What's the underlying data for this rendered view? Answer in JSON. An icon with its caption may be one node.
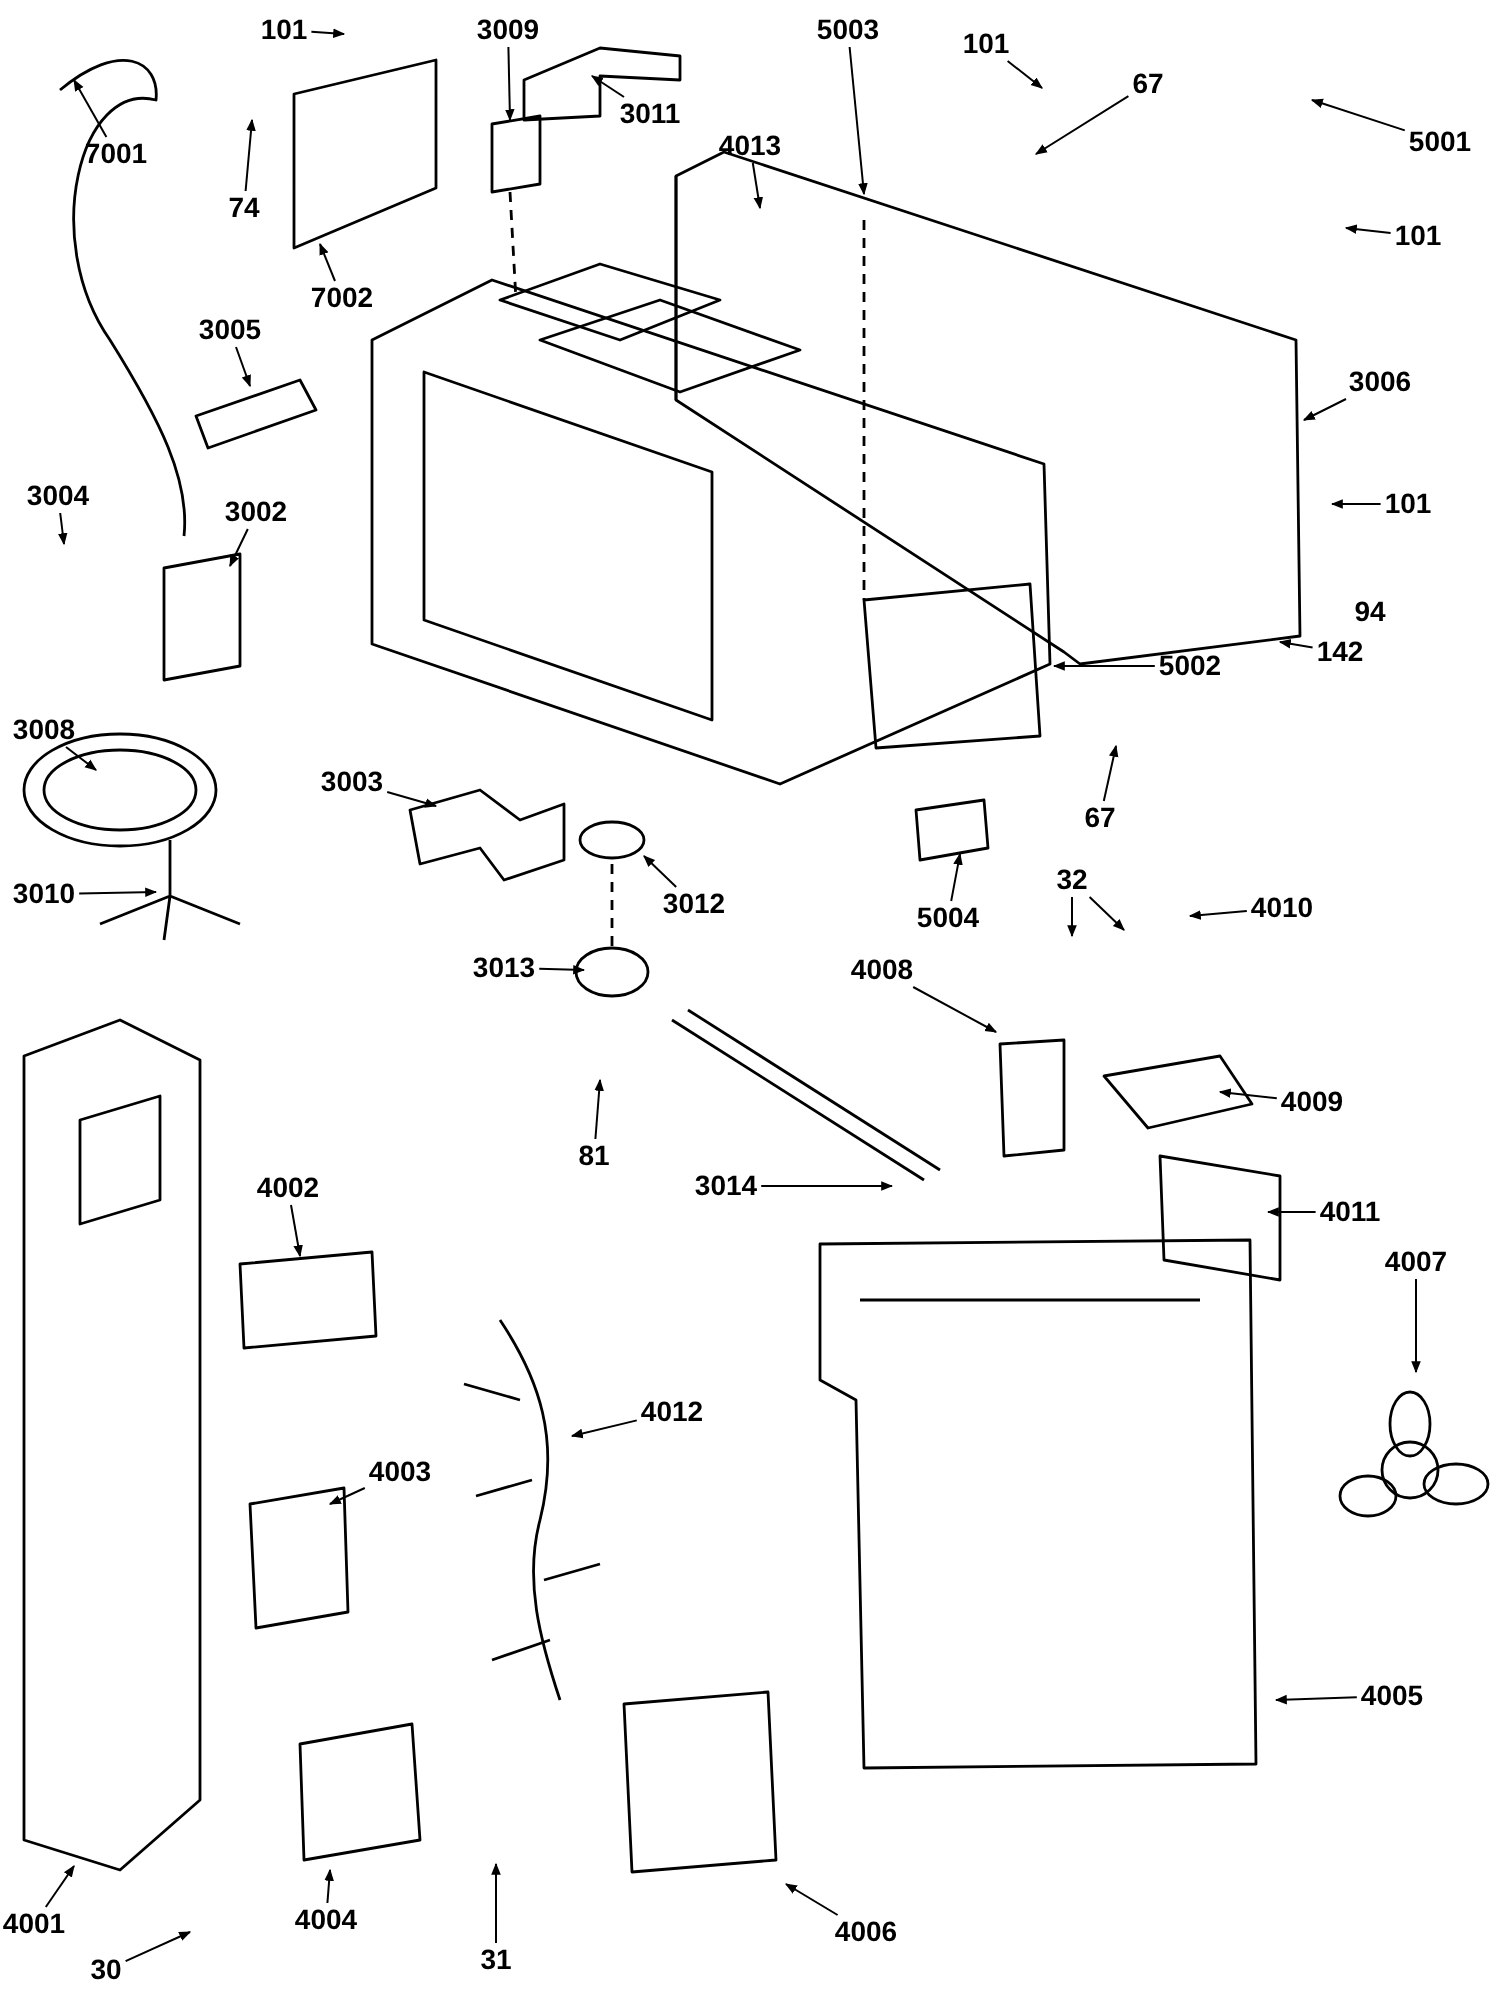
{
  "diagram": {
    "nodes": [
      {
        "text": [
          "101"
        ]
      },
      {
        "text": [
          "3009"
        ]
      },
      {
        "text": [
          "3011"
        ]
      },
      {
        "text": [
          "5003"
        ]
      },
      {
        "text": [
          "101"
        ]
      },
      {
        "text": [
          "67"
        ]
      },
      {
        "text": [
          "5001"
        ]
      },
      {
        "text": [
          "7001"
        ]
      },
      {
        "text": [
          "74"
        ]
      },
      {
        "text": [
          "4013"
        ]
      },
      {
        "text": [
          "101"
        ]
      },
      {
        "text": [
          "7002"
        ]
      },
      {
        "text": [
          "3005"
        ]
      },
      {
        "text": [
          "3006"
        ]
      },
      {
        "text": [
          "3004"
        ]
      },
      {
        "text": [
          "3002"
        ]
      },
      {
        "text": [
          "101"
        ]
      },
      {
        "text": [
          "142"
        ]
      },
      {
        "text": [
          "5002"
        ]
      },
      {
        "text": [
          "3008"
        ]
      },
      {
        "text": [
          "3003"
        ]
      },
      {
        "text": [
          "67"
        ]
      },
      {
        "text": [
          "5004"
        ]
      },
      {
        "text": [
          "3010"
        ]
      },
      {
        "text": [
          "3012"
        ]
      },
      {
        "text": [
          "32"
        ]
      },
      {
        "text": [
          "4010"
        ]
      },
      {
        "text": [
          "3013"
        ]
      },
      {
        "text": [
          "4008"
        ]
      },
      {
        "text": [
          "4009"
        ]
      },
      {
        "text": [
          "81"
        ]
      },
      {
        "text": [
          "3014"
        ]
      },
      {
        "text": [
          "4011"
        ]
      },
      {
        "text": [
          "4002"
        ]
      },
      {
        "text": [
          "4007"
        ]
      },
      {
        "text": [
          "4012"
        ]
      },
      {
        "text": [
          "4003"
        ]
      },
      {
        "text": [
          "4005"
        ]
      },
      {
        "text": [
          "4001"
        ]
      },
      {
        "text": [
          "4004"
        ]
      },
      {
        "text": [
          "31"
        ]
      },
      {
        "text": [
          "4006"
        ]
      },
      {
        "text": [
          "30"
        ]
      }
    ],
    "edges": [
      {
        "from": 0,
        "to": null,
        "arrow": "to"
      },
      {
        "from": 1,
        "to": null,
        "arrow": "to"
      },
      {
        "from": 2,
        "to": null,
        "arrow": "to"
      },
      {
        "from": 3,
        "to": null,
        "arrow": "to"
      },
      {
        "from": 4,
        "to": null,
        "arrow": "to"
      },
      {
        "from": 5,
        "to": null,
        "arrow": "to"
      },
      {
        "from": 6,
        "to": null,
        "arrow": "to"
      },
      {
        "from": 7,
        "to": null,
        "arrow": "to"
      },
      {
        "from": 8,
        "to": null,
        "arrow": "to"
      },
      {
        "from": 9,
        "to": null,
        "arrow": "to"
      },
      {
        "from": 10,
        "to": null,
        "arrow": "to"
      },
      {
        "from": 11,
        "to": null,
        "arrow": "to"
      },
      {
        "from": 12,
        "to": null,
        "arrow": "to"
      },
      {
        "from": 13,
        "to": null,
        "arrow": "to"
      },
      {
        "from": 14,
        "to": null,
        "arrow": "to"
      },
      {
        "from": 15,
        "to": null,
        "arrow": "to"
      },
      {
        "from": 16,
        "to": null,
        "arrow": "to"
      },
      {
        "from": 17,
        "to": null,
        "arrow": "to"
      },
      {
        "from": 18,
        "to": null,
        "arrow": "to"
      },
      {
        "from": 19,
        "to": null,
        "arrow": "to"
      },
      {
        "from": 20,
        "to": null,
        "arrow": "to"
      },
      {
        "from": 21,
        "to": null,
        "arrow": "to"
      },
      {
        "from": 22,
        "to": null,
        "arrow": "to"
      },
      {
        "from": 23,
        "to": null,
        "arrow": "to"
      },
      {
        "from": 24,
        "to": null,
        "arrow": "to"
      },
      {
        "from": 25,
        "to": null,
        "arrow": "to"
      },
      {
        "from": 25,
        "to": null,
        "arrow": "to"
      },
      {
        "from": 26,
        "to": null,
        "arrow": "to"
      },
      {
        "from": 27,
        "to": null,
        "arrow": "to"
      },
      {
        "from": 28,
        "to": null,
        "arrow": "to"
      },
      {
        "from": 29,
        "to": null,
        "arrow": "to"
      },
      {
        "from": 30,
        "to": null,
        "arrow": "to"
      },
      {
        "from": 31,
        "to": null,
        "arrow": "to"
      },
      {
        "from": 32,
        "to": null,
        "arrow": "to"
      },
      {
        "from": 33,
        "to": null,
        "arrow": "to"
      },
      {
        "from": 34,
        "to": null,
        "arrow": "to"
      },
      {
        "from": 35,
        "to": null,
        "arrow": "to"
      },
      {
        "from": 36,
        "to": null,
        "arrow": "to"
      },
      {
        "from": 37,
        "to": null,
        "arrow": "to"
      },
      {
        "from": 38,
        "to": null,
        "arrow": "to"
      },
      {
        "from": 39,
        "to": null,
        "arrow": "to"
      },
      {
        "from": 40,
        "to": null,
        "arrow": "to"
      },
      {
        "from": 41,
        "to": null,
        "arrow": "to"
      },
      {
        "from": 42,
        "to": null,
        "arrow": "to"
      }
    ],
    "labels": [
      "94"
    ]
  }
}
